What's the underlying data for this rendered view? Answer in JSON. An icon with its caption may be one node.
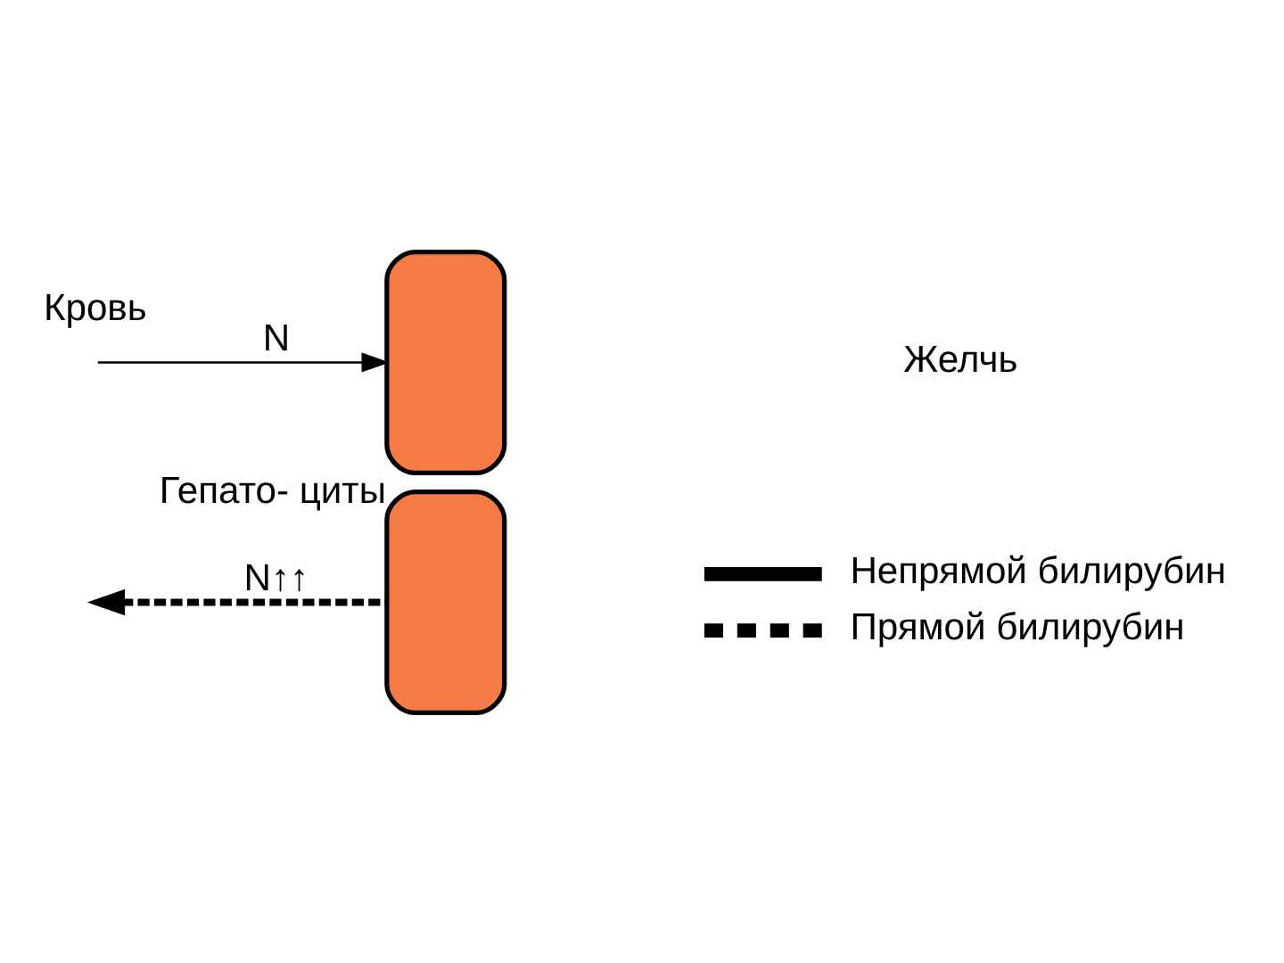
{
  "diagram": {
    "nodes": [
      {
        "text": [],
        "shape": "box",
        "beside": [
          "Гепато- циты"
        ]
      },
      {
        "text": [],
        "shape": "box"
      }
    ],
    "edges": [
      {
        "from": null,
        "to": 0,
        "arrow": "to",
        "label": "N"
      },
      {
        "from": 1,
        "to": null,
        "arrow": "to",
        "label": "N↑↑",
        "style": "dashed"
      }
    ],
    "labels": [
      "Кровь",
      "Желчь"
    ],
    "legend": [
      {
        "text": "Непрямой билирубин"
      },
      {
        "text": "Прямой билирубин"
      }
    ]
  }
}
